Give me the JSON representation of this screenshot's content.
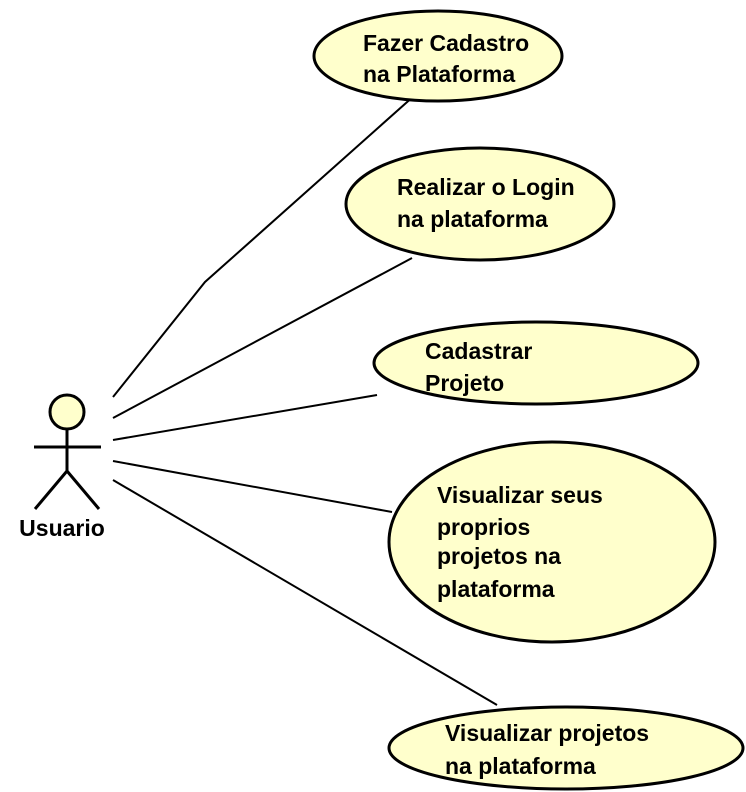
{
  "actor": {
    "name": "Usuario"
  },
  "use_cases": [
    {
      "lines": [
        "Fazer Cadastro",
        "na Plataforma"
      ]
    },
    {
      "lines": [
        "Realizar o Login",
        "na plataforma"
      ]
    },
    {
      "lines": [
        "Cadastrar",
        "Projeto"
      ]
    },
    {
      "lines": [
        "Visualizar seus",
        "proprios",
        "projetos na",
        "plataforma"
      ]
    },
    {
      "lines": [
        "Visualizar projetos",
        "na plataforma"
      ]
    }
  ],
  "colors": {
    "use_case_fill": "#ffffcc",
    "actor_head_fill": "#ffffcc",
    "stroke": "#000000"
  }
}
